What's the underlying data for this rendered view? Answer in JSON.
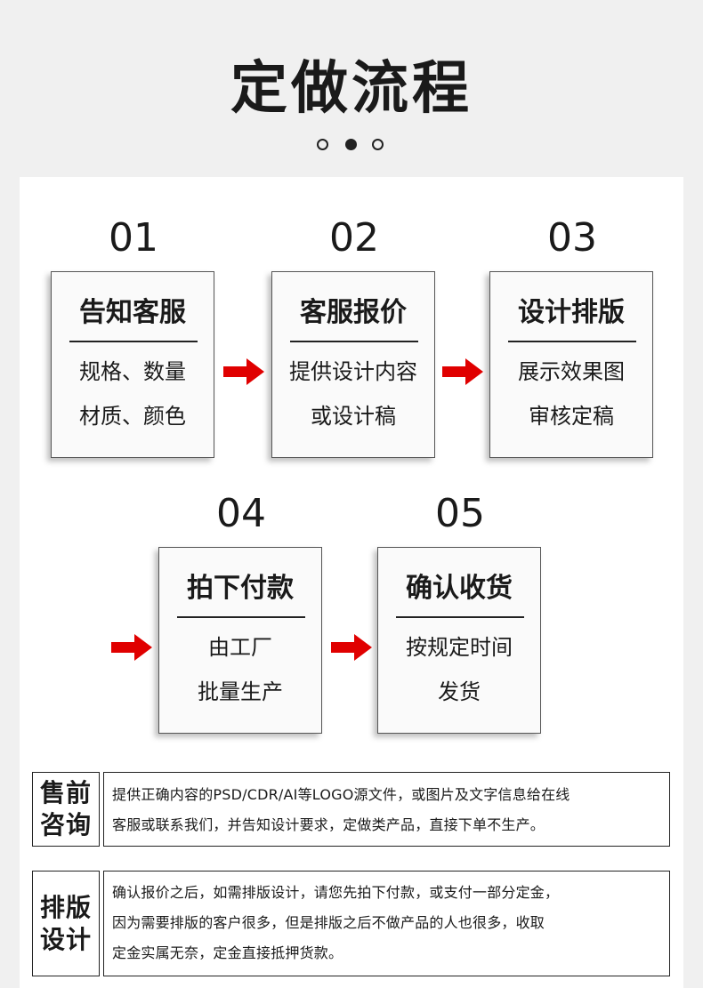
{
  "title": "定做流程",
  "colors": {
    "arrow": "#e00000",
    "text": "#1a1a1a",
    "panel": "#ffffff",
    "background": "#f0f0f0"
  },
  "steps": [
    {
      "num": "01",
      "title": "告知客服",
      "line1": "规格、数量",
      "line2": "材质、颜色"
    },
    {
      "num": "02",
      "title": "客服报价",
      "line1": "提供设计内容",
      "line2": "或设计稿"
    },
    {
      "num": "03",
      "title": "设计排版",
      "line1": "展示效果图",
      "line2": "审核定稿"
    },
    {
      "num": "04",
      "title": "拍下付款",
      "line1": "由工厂",
      "line2": "批量生产"
    },
    {
      "num": "05",
      "title": "确认收货",
      "line1": "按规定时间",
      "line2": "发货"
    }
  ],
  "notes": [
    {
      "label1": "售前",
      "label2": "咨询",
      "lines": [
        "提供正确内容的PSD/CDR/AI等LOGO源文件，或图片及文字信息给在线",
        "客服或联系我们，并告知设计要求，定做类产品，直接下单不生产。"
      ]
    },
    {
      "label1": "排版",
      "label2": "设计",
      "lines": [
        "确认报价之后，如需排版设计，请您先拍下付款，或支付一部分定金，",
        "因为需要排版的客户很多，但是排版之后不做产品的人也很多，收取",
        "定金实属无奈，定金直接抵押货款。"
      ]
    }
  ]
}
